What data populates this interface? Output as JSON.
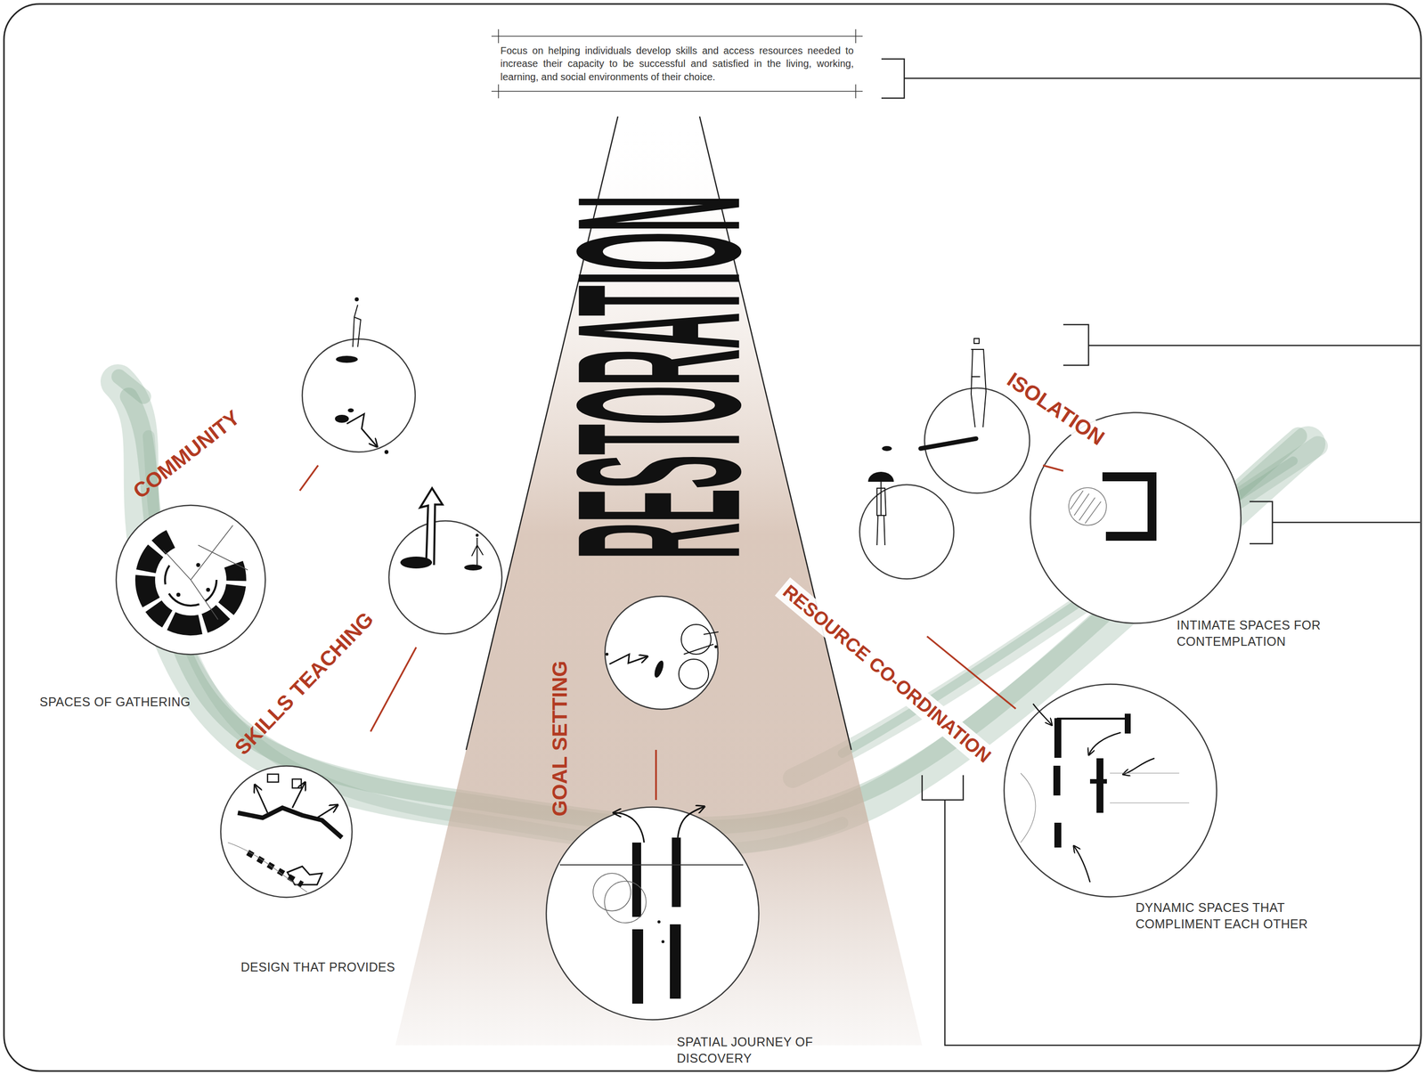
{
  "diagram": {
    "nodes": [
      {
        "text": [
          "Focus on helping individuals develop skills and access resources needed to increase their capacity to be successful and satisfied in the living, working, learning, and social environments of their choice."
        ]
      },
      {
        "text": [
          "RESTORATION"
        ]
      },
      {
        "text": [
          "COMMUNITY",
          "SPACES OF GATHERING"
        ]
      },
      {
        "text": [
          "SKILLS TEACHING",
          "DESIGN THAT PROVIDES"
        ]
      },
      {
        "text": [
          "GOAL SETTING",
          "SPATIAL JOURNEY OF DISCOVERY"
        ],
        "in": 1
      },
      {
        "text": [
          "ISOLATION",
          "INTIMATE SPACES FOR CONTEMPLATION"
        ]
      },
      {
        "text": [
          "RESOURCE CO-ORDINATION",
          "DYNAMIC SPACES THAT COMPLIMENT EACH OTHER"
        ]
      }
    ]
  }
}
